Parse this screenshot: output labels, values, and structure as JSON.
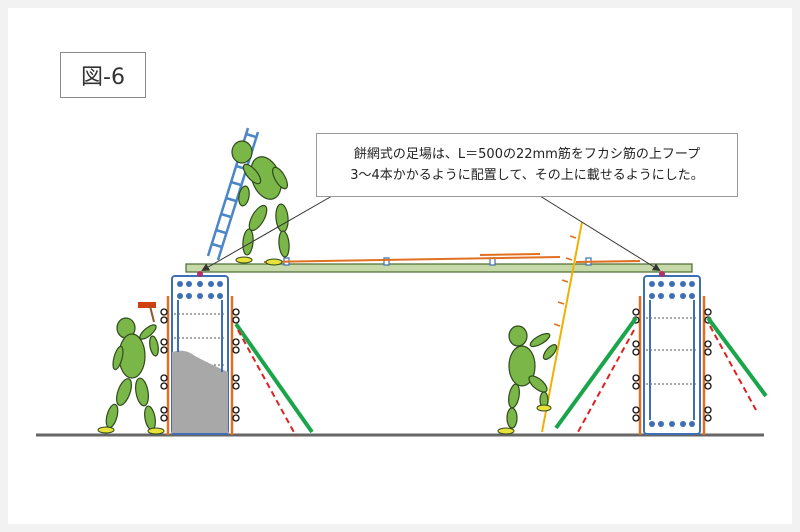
{
  "figure": {
    "label": "図-6"
  },
  "callout": {
    "line1": "餅網式の足場は、L＝500の22mm筋をフカシ筋の上フープ",
    "line2": "3～4本かかるように配置して、その上に載せるようにした。"
  },
  "colors": {
    "worker_fill": "#7ab648",
    "worker_outline": "#2f4a1c",
    "worker_feet": "#e8e23a",
    "column_outline": "#3d6fb6",
    "formwork_orange": "#e07020",
    "brace_green": "#1aa54a",
    "brace_red_dashed": "#e02020",
    "ground": "#666666",
    "concrete": "#a8a8a8",
    "ladder": "#4a86c8",
    "ladder_yellow": "#f0b000",
    "plank": "#c7d9a8"
  }
}
